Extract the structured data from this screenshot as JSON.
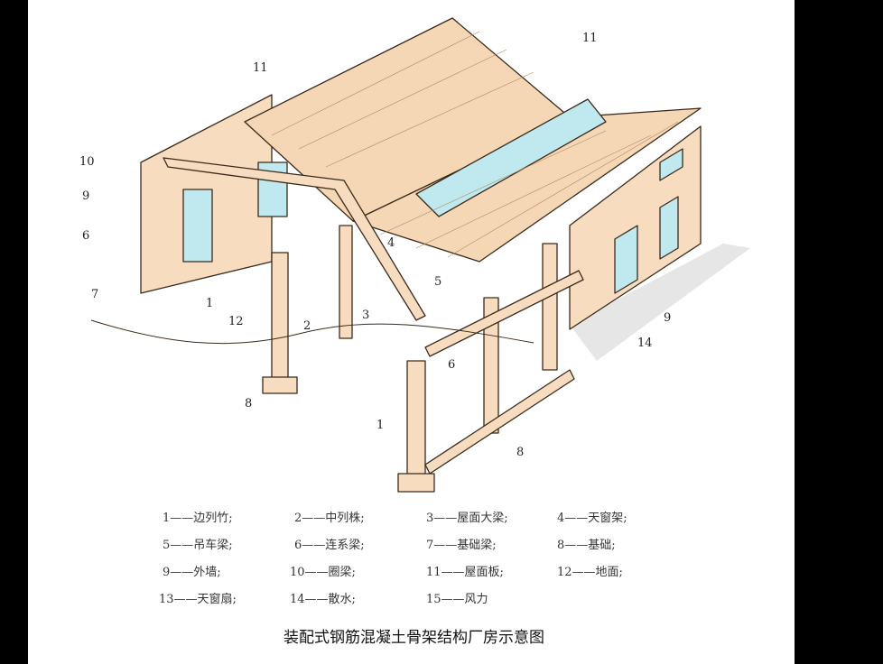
{
  "callouts": [
    "11",
    "11",
    "10",
    "9",
    "6",
    "7",
    "4",
    "1",
    "3",
    "5",
    "2",
    "12",
    "6",
    "9",
    "14",
    "8",
    "1",
    "8"
  ],
  "legend": [
    "1——边列竹;",
    "2——中列株;",
    "3——屋面大梁;",
    "4——天窗架;",
    "5——吊车梁;",
    "6——连系梁;",
    "7——基础梁;",
    "8——基础;",
    "9——外墙;",
    "10——圈梁;",
    "11——屋面板;",
    "12——地面;",
    "13——天窗扇;",
    "14——散水;",
    "15——风力"
  ],
  "caption": "装配式钢筋混凝土骨架结构厂房示意图",
  "colors": {
    "structure": "#f8dcc0",
    "outline": "#3a2a1a",
    "glass": "#bfe8ef",
    "roof": "#f5d7b6",
    "shadow": "#e9e9e9"
  }
}
